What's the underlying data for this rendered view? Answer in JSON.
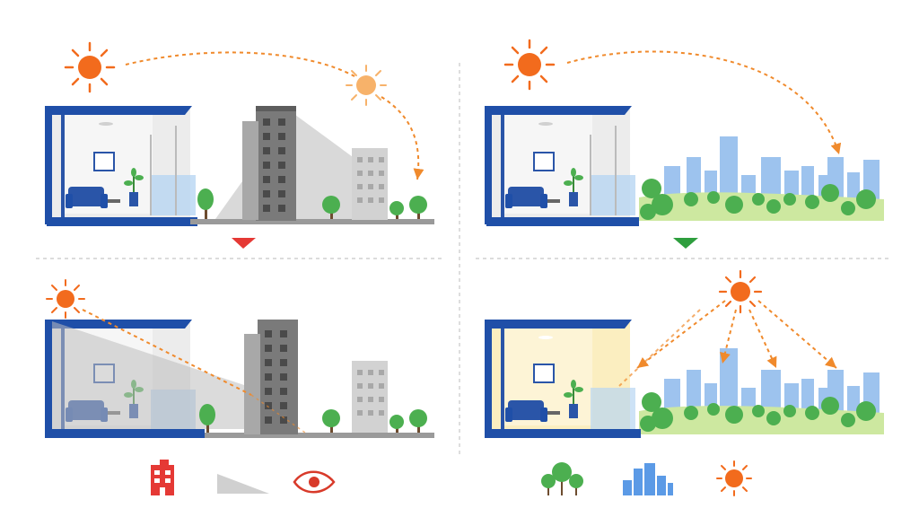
{
  "title": "",
  "colors": {
    "sun": "#f26b1d",
    "sun_pale": "#f7b26a",
    "arrow": "#f08a2c",
    "frame_blue": "#1f4fa8",
    "sofa_blue": "#2a55a8",
    "building_dark": "#7a7a7a",
    "building_light": "#c9c9c9",
    "shadow": "#d9d9d9",
    "tree_green": "#4caf50",
    "grass": "#cde8a0",
    "skyline": "#8db9ec",
    "warm_light": "#fbeec0",
    "indicator_bad": "#e53935",
    "indicator_good": "#2e9e3e",
    "eye_red": "#d83a2a",
    "divider": "#c8c8c8"
  },
  "panels": [
    {
      "position": "top-left",
      "scene": "sun-path-blocked-by-building",
      "sun_icon": "sun-icon",
      "indicator": "down-triangle-red"
    },
    {
      "position": "top-right",
      "scene": "sun-path-over-park-skyline",
      "sun_icon": "sun-icon",
      "indicator": "down-triangle-green"
    },
    {
      "position": "bottom-left",
      "scene": "building-shadow-on-apartment",
      "sun_icon": "sun-icon"
    },
    {
      "position": "bottom-right",
      "scene": "sunlight-fills-apartment",
      "sun_icon": "sun-icon"
    }
  ],
  "legend_left": [
    "building-icon",
    "shadow-wedge-icon",
    "eye-icon"
  ],
  "legend_right": [
    "trees-icon",
    "skyline-icon",
    "sun-icon"
  ]
}
